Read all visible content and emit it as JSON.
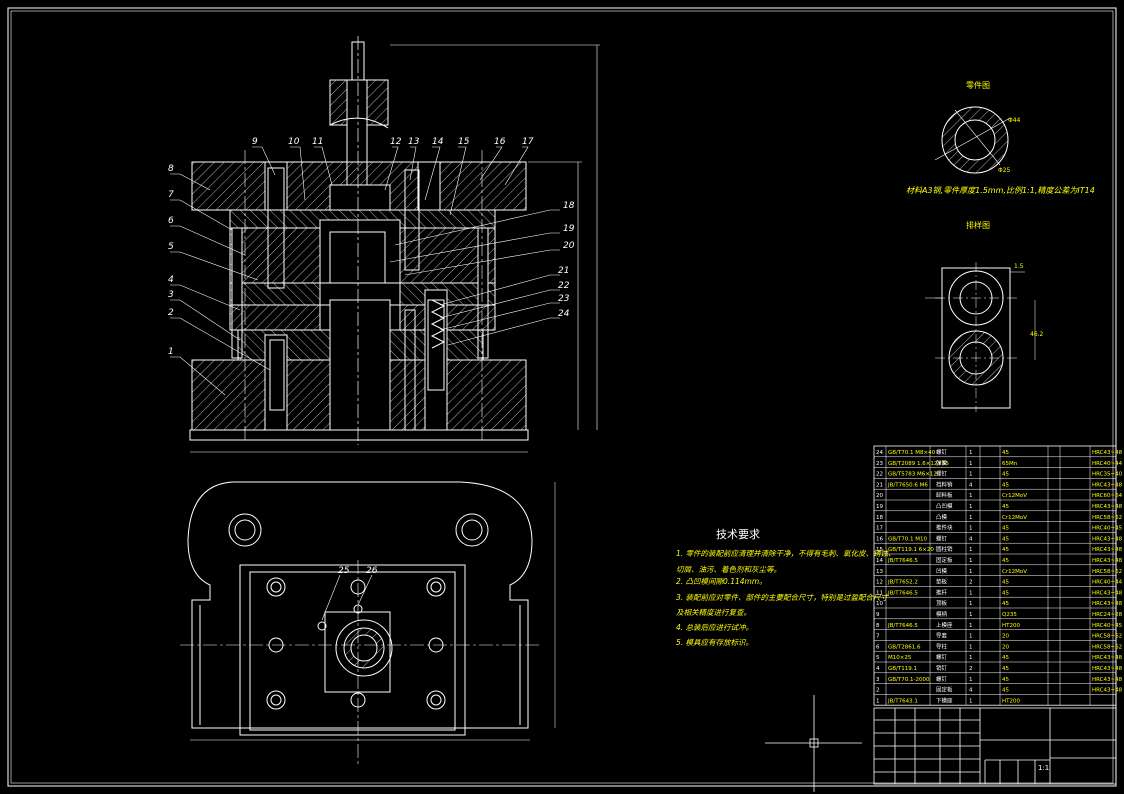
{
  "drawing": {
    "frame_color": "#ffffff",
    "line_color": "#ffffff",
    "text_color": "#ffff00",
    "background": "#000000"
  },
  "callouts": {
    "top_row": [
      "9",
      "10",
      "11",
      "12",
      "13",
      "14",
      "15",
      "16",
      "17"
    ],
    "left_column": [
      "8",
      "7",
      "6",
      "5",
      "4",
      "3",
      "2",
      "1"
    ],
    "right_column": [
      "18",
      "19",
      "20",
      "21",
      "22",
      "23",
      "24"
    ],
    "plan_view": [
      "25",
      "26"
    ]
  },
  "part_views": {
    "part_title": "零件图",
    "part_note": "材料A3钢,零件厚度1.5mm,比例1:1,精度公差为IT14",
    "layout_title": "排样图",
    "part_dim_outer": "Φ44",
    "part_dim_inner": "Φ25",
    "layout_dim_pitch": "46.2",
    "layout_dim_edge": "1.5"
  },
  "requirements": {
    "title": "技术要求",
    "items": [
      "1. 零件的装配前应清理并清除干净，不得有毛刺、氧化皮、锈蚀、",
      "   切屑、油污、着色剂和灰尘等。",
      "2. 凸凹模间隙0.114mm。",
      "3. 装配前应对零件、部件的主要配合尺寸，特别是过盈配合尺寸",
      "   及相关精度进行复查。",
      "4. 总装后应进行试冲。",
      "5. 模具应有存放标识。"
    ]
  },
  "bom": {
    "rows": [
      [
        "24",
        "GB/T70.1 M8×40",
        "螺钉",
        "1",
        "45",
        "",
        "",
        "HRC43~48"
      ],
      [
        "23",
        "GB/T2089 1.6×12×55",
        "弹簧",
        "1",
        "65Mn",
        "",
        "",
        "HRC40~44"
      ],
      [
        "22",
        "GB/T5783 M6×12",
        "螺钉",
        "1",
        "45",
        "",
        "",
        "HRC35~40"
      ],
      [
        "21",
        "JB/T7650.6 M6",
        "挡料销",
        "4",
        "45",
        "",
        "",
        "HRC43~48"
      ],
      [
        "20",
        "",
        "卸料板",
        "1",
        "Cr12MoV",
        "",
        "",
        "HRC60~64"
      ],
      [
        "19",
        "",
        "凸凹模",
        "1",
        "45",
        "",
        "",
        "HRC43~48"
      ],
      [
        "18",
        "",
        "凸模",
        "1",
        "Cr12MoV",
        "",
        "",
        "HRC58~62"
      ],
      [
        "17",
        "",
        "推件块",
        "1",
        "45",
        "",
        "",
        "HRC40~45"
      ],
      [
        "16",
        "GB/T70.1 M10",
        "螺钉",
        "4",
        "45",
        "",
        "",
        "HRC43~48"
      ],
      [
        "15",
        "GB/T119.1 6×20",
        "圆柱销",
        "1",
        "45",
        "",
        "",
        "HRC43~48"
      ],
      [
        "14",
        "JB/T7646.5",
        "固定板",
        "1",
        "45",
        "",
        "",
        "HRC43~48"
      ],
      [
        "13",
        "",
        "凹模",
        "1",
        "Cr12MoV",
        "",
        "",
        "HRC58~62"
      ],
      [
        "12",
        "JB/T7652.2",
        "垫板",
        "2",
        "45",
        "",
        "",
        "HRC40~44"
      ],
      [
        "11",
        "JB/T7646.5",
        "推杆",
        "1",
        "45",
        "",
        "",
        "HRC43~48"
      ],
      [
        "10",
        "",
        "顶板",
        "1",
        "45",
        "",
        "",
        "HRC43~48"
      ],
      [
        "9",
        "",
        "模柄",
        "1",
        "Q235",
        "",
        "",
        "HRC24~28"
      ],
      [
        "8",
        "JB/T7646.5",
        "上模座",
        "1",
        "HT200",
        "",
        "",
        "HRC40~45"
      ],
      [
        "7",
        "",
        "导套",
        "1",
        "20",
        "",
        "",
        "HRC58~62"
      ],
      [
        "6",
        "GB/T2861.6",
        "导柱",
        "1",
        "20",
        "",
        "",
        "HRC58~62"
      ],
      [
        "5",
        "M10×25",
        "螺钉",
        "1",
        "45",
        "",
        "",
        "HRC43~48"
      ],
      [
        "4",
        "GB/T119.1",
        "销钉",
        "2",
        "45",
        "",
        "",
        "HRC43~48"
      ],
      [
        "3",
        "GB/T70.1-2000",
        "螺钉",
        "1",
        "45",
        "",
        "",
        "HRC43~48"
      ],
      [
        "2",
        "",
        "固定板",
        "4",
        "45",
        "",
        "",
        "HRC43~48"
      ],
      [
        "1",
        "JB/T7643.1",
        "下模座",
        "1",
        "HT200",
        "",
        "",
        ""
      ]
    ]
  },
  "title_block": {
    "scale": "1:1"
  }
}
